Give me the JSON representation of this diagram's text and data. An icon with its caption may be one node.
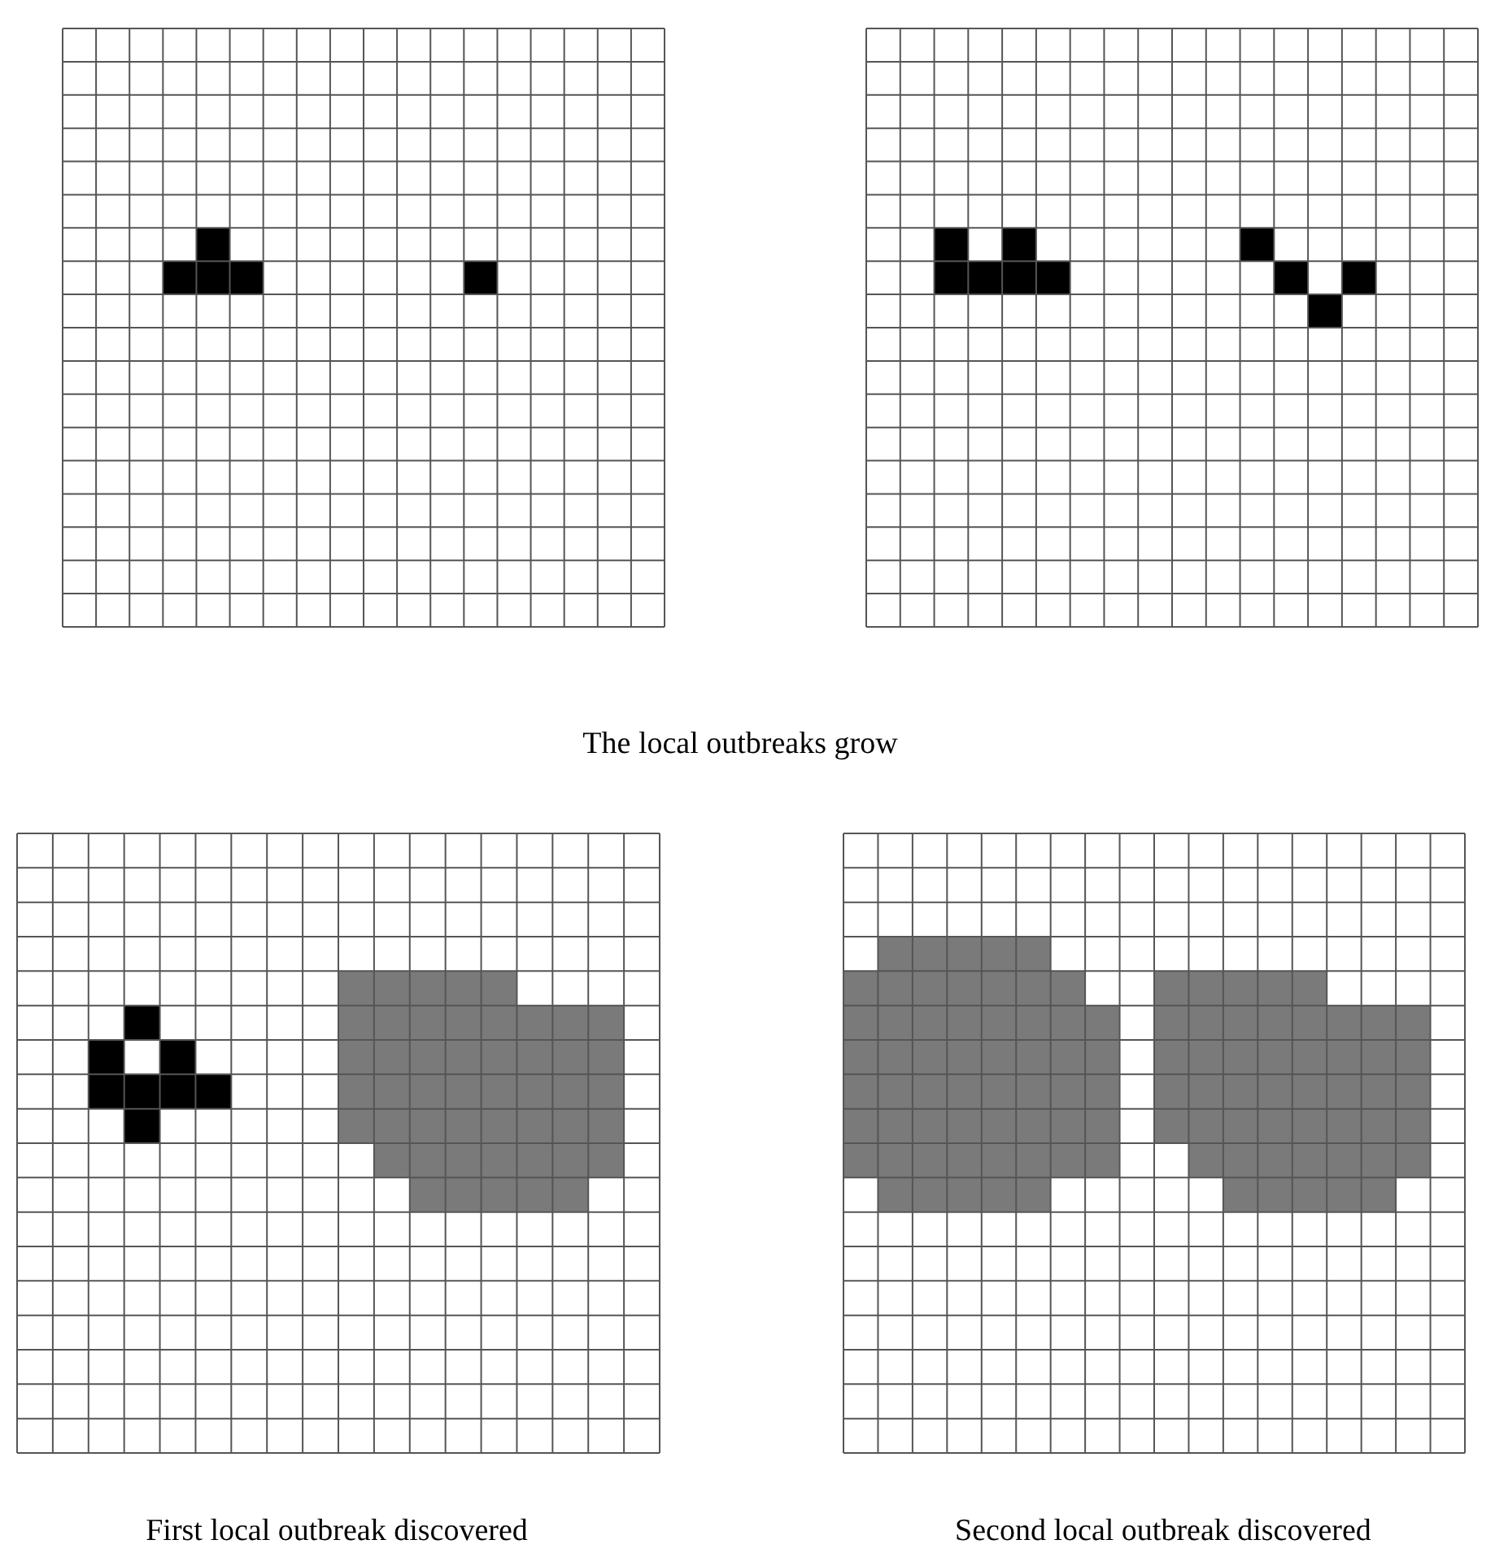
{
  "diagram": {
    "labels": [
      "The local outbreaks grow",
      "First local outbreak discovered",
      "Second local outbreak discovered"
    ]
  }
}
